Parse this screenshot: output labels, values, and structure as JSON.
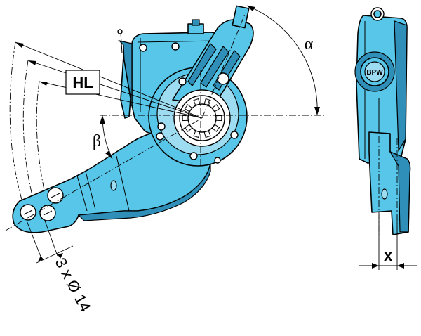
{
  "labels": {
    "hl": "HL",
    "alpha": "α",
    "beta": "β",
    "holes": "3 x Ø 14",
    "x_dim": "X"
  },
  "logo_text": "BPW",
  "colors": {
    "body": "#58c6e8",
    "shadow": "#2f8fb8",
    "highlight": "#9edcf2",
    "line": "#000000",
    "background": "#ffffff"
  }
}
